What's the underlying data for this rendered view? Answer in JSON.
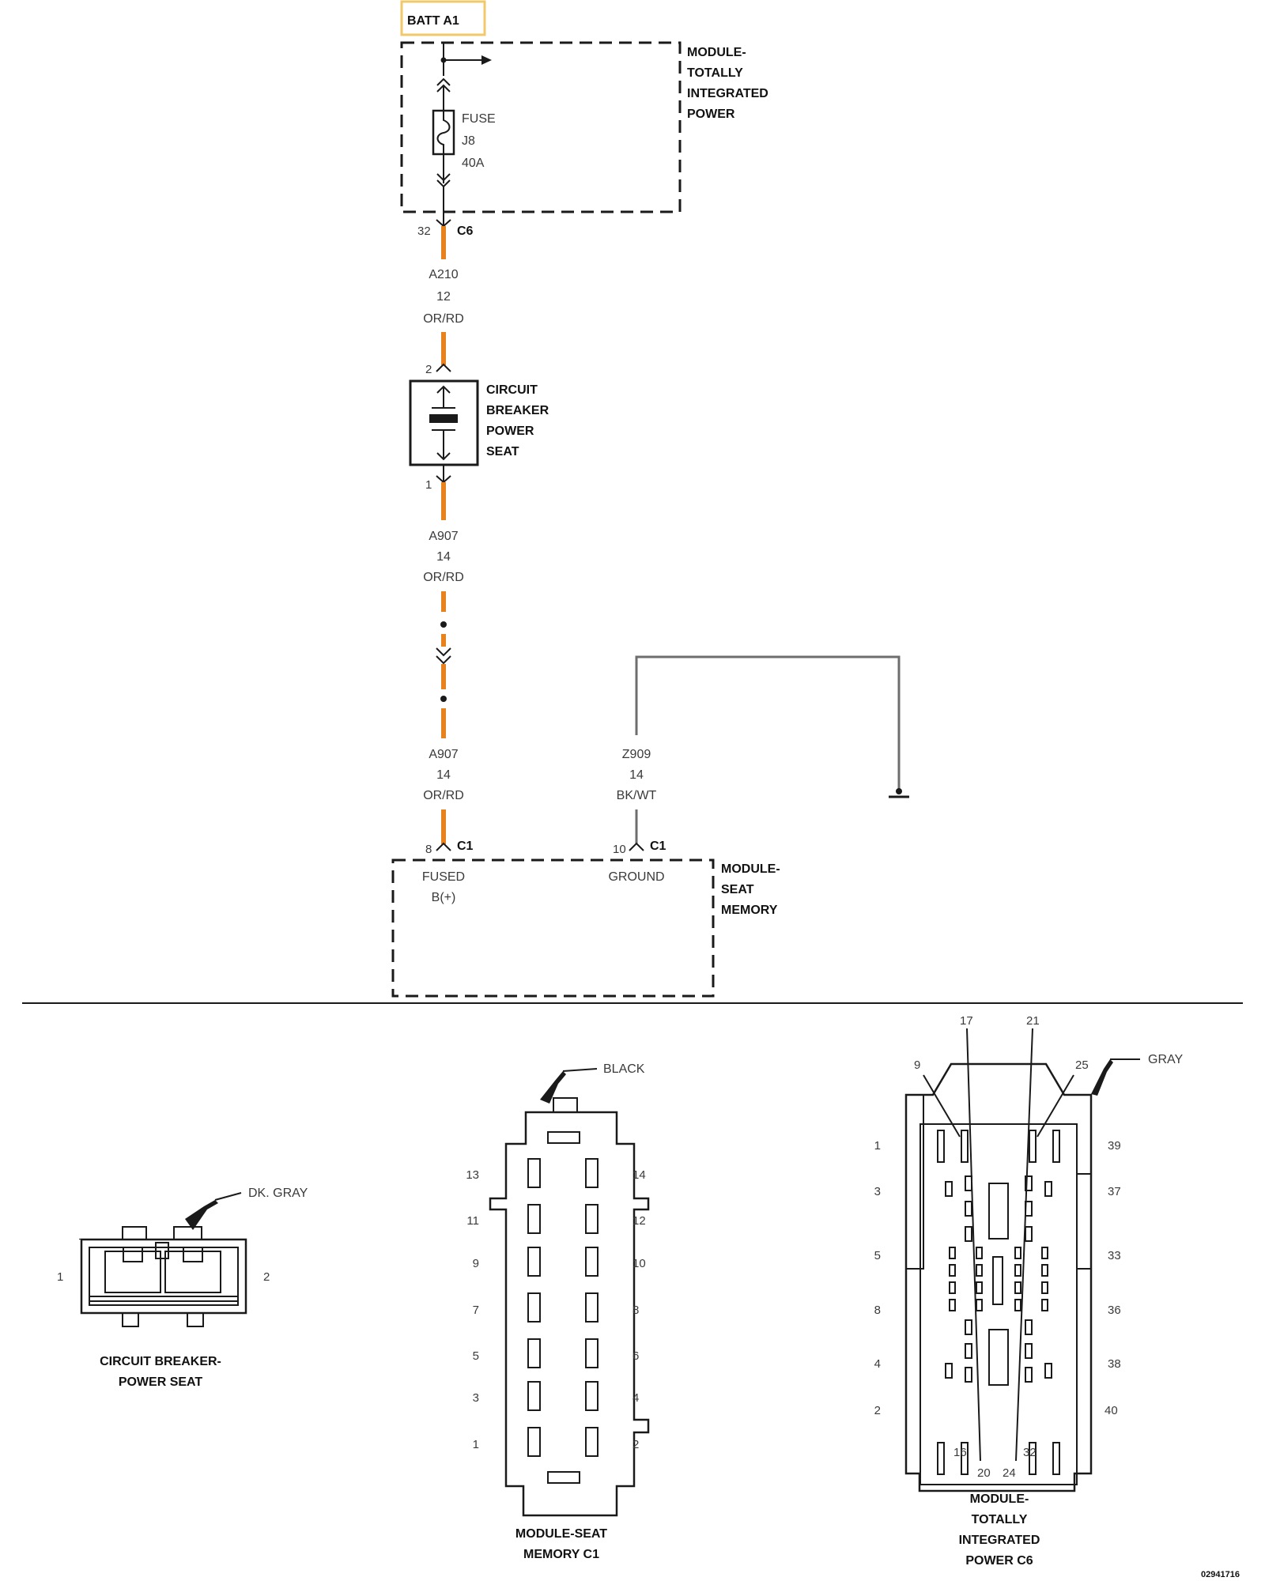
{
  "diagram_id": "02941716",
  "colors": {
    "orange_wire": "#e8821e",
    "gray_wire": "#6e6e6e",
    "batt_box": "#f1c96a"
  },
  "batt": {
    "label": "BATT A1"
  },
  "tipm": {
    "name_lines": [
      "MODULE-",
      "TOTALLY",
      "INTEGRATED",
      "POWER"
    ],
    "fuse_lines": [
      "FUSE",
      "J8",
      "40A"
    ],
    "conn_pin": "32",
    "conn_id": "C6"
  },
  "wire_a210": {
    "lines": [
      "A210",
      "12",
      "OR/RD"
    ]
  },
  "breaker": {
    "name_lines": [
      "CIRCUIT",
      "BREAKER",
      "POWER",
      "SEAT"
    ],
    "pin_in": "2",
    "pin_out": "1"
  },
  "wire_a907_upper": {
    "lines": [
      "A907",
      "14",
      "OR/RD"
    ]
  },
  "wire_a907_lower": {
    "lines": [
      "A907",
      "14",
      "OR/RD"
    ]
  },
  "wire_z909": {
    "lines": [
      "Z909",
      "14",
      "BK/WT"
    ]
  },
  "seat_module": {
    "name_lines": [
      "MODULE-",
      "SEAT",
      "MEMORY"
    ],
    "pin_fused": "8",
    "pin_ground": "10",
    "conn_id": "C1",
    "fused_lines": [
      "FUSED",
      "B(+)"
    ],
    "ground_label": "GROUND"
  },
  "views": {
    "breaker_view": {
      "color": "DK. GRAY",
      "pins": [
        "1",
        "2"
      ],
      "caption_lines": [
        "CIRCUIT BREAKER-",
        "POWER SEAT"
      ]
    },
    "seat_view": {
      "color": "BLACK",
      "left_pins": [
        "13",
        "11",
        "9",
        "7",
        "5",
        "3",
        "1"
      ],
      "right_pins": [
        "14",
        "12",
        "10",
        "8",
        "6",
        "4",
        "2"
      ],
      "caption_lines": [
        "MODULE-SEAT",
        "MEMORY C1"
      ]
    },
    "tipm_view": {
      "color": "GRAY",
      "top_pins": [
        "17",
        "21",
        "9",
        "25"
      ],
      "left_pins": [
        "1",
        "3",
        "5",
        "8",
        "4",
        "2"
      ],
      "right_pins": [
        "39",
        "37",
        "33",
        "36",
        "38",
        "40"
      ],
      "bottom_pins": [
        "16",
        "20",
        "24",
        "32"
      ],
      "caption_lines": [
        "MODULE-",
        "TOTALLY",
        "INTEGRATED",
        "POWER C6"
      ]
    }
  }
}
